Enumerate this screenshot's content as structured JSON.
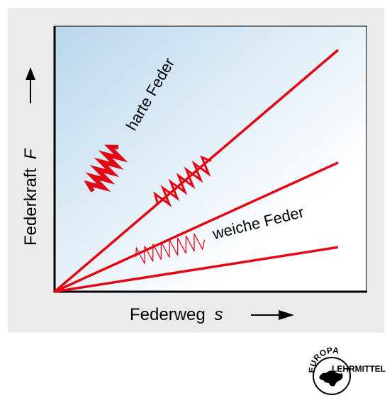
{
  "chart_data": {
    "type": "line",
    "xlabel_text": "Federweg",
    "xlabel_symbol": "s",
    "ylabel_text": "Federkraft",
    "ylabel_symbol": "F",
    "series": [
      {
        "name": "harte Feder",
        "x": [
          0,
          1
        ],
        "y": [
          0,
          1.63
        ]
      },
      {
        "name": "",
        "x": [
          0,
          1
        ],
        "y": [
          0,
          0.87
        ]
      },
      {
        "name": "weiche Feder",
        "x": [
          0,
          1
        ],
        "y": [
          0,
          0.3
        ]
      }
    ],
    "xlim": [
      0,
      1.1
    ],
    "ylim": [
      0,
      1.79
    ],
    "grid": false,
    "line_color": "#e30613",
    "background_gradient": [
      "#b9d7ec",
      "#ffffff"
    ]
  },
  "logo": {
    "top_text": "EUROPA",
    "side_text": "LEHRMITTEL"
  }
}
